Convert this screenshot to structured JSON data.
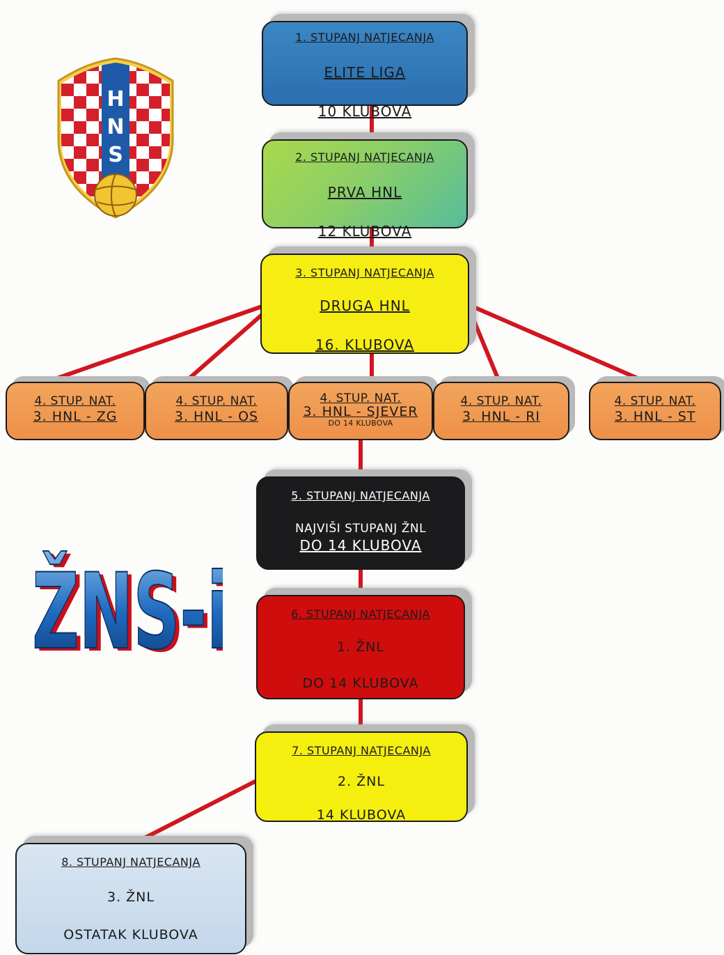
{
  "diagram": {
    "boxes": {
      "b1": {
        "level": "1. STUPANJ NATJECANJA",
        "line1": "ELITE LIGA",
        "line2": "10 KLUBOVA"
      },
      "b2": {
        "level": "2. STUPANJ NATJECANJA",
        "line1": "PRVA HNL",
        "line2": "12 KLUBOVA"
      },
      "b3": {
        "level": "3. STUPANJ NATJECANJA",
        "line1": "DRUGA HNL",
        "line2": "16. KLUBOVA"
      },
      "b4a": {
        "level": "4. STUP. NAT.",
        "line1": "3. HNL - ZG"
      },
      "b4b": {
        "level": "4. STUP. NAT.",
        "line1": "3. HNL - OS"
      },
      "b4c": {
        "level": "4. STUP. NAT.",
        "line1": "3. HNL - SJEVER",
        "line2": "DO 14 KLUBOVA"
      },
      "b4d": {
        "level": "4. STUP. NAT.",
        "line1": "3. HNL - RI"
      },
      "b4e": {
        "level": "4. STUP. NAT.",
        "line1": "3. HNL - ST"
      },
      "b5": {
        "level": "5. STUPANJ NATJECANJA",
        "line1": "NAJVIŠI STUPANJ ŽNL",
        "line2": "DO 14 KLUBOVA"
      },
      "b6": {
        "level": "6. STUPANJ NATJECANJA",
        "line1": "1. ŽNL",
        "line2": "DO 14 KLUBOVA"
      },
      "b7": {
        "level": "7. STUPANJ NATJECANJA",
        "line1": "2. ŽNL",
        "line2": "14 KLUBOVA"
      },
      "b8": {
        "level": "8. STUPANJ NATJECANJA",
        "line1": "3. ŽNL",
        "line2": "OSTATAK KLUBOVA"
      }
    },
    "logo": {
      "crest_letters": "HNS",
      "wordmark": "ŽNS-i"
    },
    "colors": {
      "connector": "#d0171f",
      "level1": "#2e75b6",
      "level2": "#92d050",
      "level3": "#f6ee12",
      "level4": "#ef9a50",
      "level5": "#1b1b1d",
      "level6": "#d00d0d",
      "level7": "#f4ef0f",
      "level8": "#cddff0"
    }
  }
}
